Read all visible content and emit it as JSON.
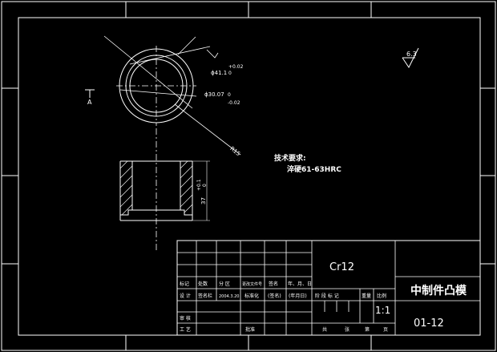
{
  "drawing": {
    "material": "Cr12",
    "part_name": "中制件凸模",
    "drawing_number": "01-12",
    "scale": "1:1",
    "roughness": "6.3",
    "tech_title": "技术要求:",
    "tech_req": "淬硬61-63HRC",
    "section_marker": "A"
  },
  "dimensions": {
    "outer_dia": "ϕ41.1",
    "outer_tol": "+0.02",
    "outer_tol_low": "0",
    "inner_dia": "ϕ30.07",
    "inner_tol": "0",
    "inner_tol_low": "-0.02",
    "chamfer": "R15",
    "height": "37",
    "height_tol": "+0.1",
    "height_tol_low": "0"
  },
  "title_block": {
    "rows": [
      [
        "标记",
        "处数",
        "分 区",
        "更改文件号",
        "签名",
        "年、月、日"
      ],
      [
        "设 计",
        "签名栏",
        "2004.3.20",
        "标准化",
        "(签名)",
        "(年月日)"
      ],
      [
        "审 核",
        "",
        "",
        "",
        "",
        ""
      ],
      [
        "工 艺",
        "",
        "",
        "批准",
        "",
        ""
      ]
    ],
    "stage_headers": [
      "阶 段 标 记",
      "重量",
      "比例"
    ],
    "sheet_labels": [
      "共",
      "张",
      "第",
      "页"
    ]
  },
  "colors": {
    "background": "#000000",
    "lines": "#ffffff"
  }
}
